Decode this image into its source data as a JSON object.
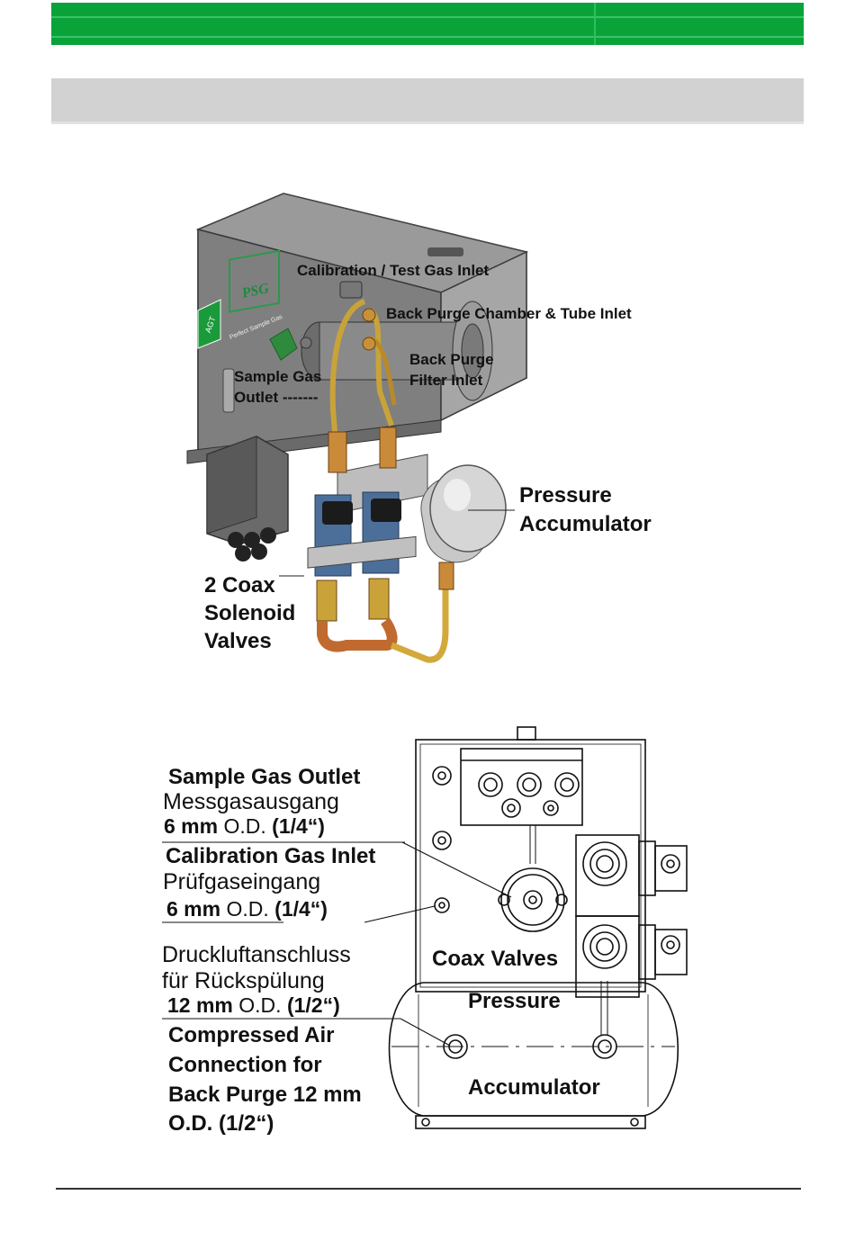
{
  "figure1": {
    "labels": {
      "calibration_inlet": "Calibration / Test Gas Inlet",
      "back_purge_chamber": "Back Purge Chamber & Tube Inlet",
      "back_purge_filter_1": "Back Purge",
      "back_purge_filter_2": "Filter Inlet",
      "sample_gas_outlet_1": "Sample Gas",
      "sample_gas_outlet_2": "Outlet -------",
      "pressure_acc_1": "Pressure",
      "pressure_acc_2": "Accumulator",
      "coax_1": "2 Coax",
      "coax_2": "Solenoid",
      "coax_3": "Valves"
    },
    "logo": {
      "brand": "PSG",
      "badge": "AGT",
      "tagline": "Perfect Sample Gas"
    }
  },
  "figure2": {
    "sample_outlet": {
      "en": "Sample Gas Outlet",
      "de": "Messgasausgang",
      "size_mm": "6 mm",
      "od": "O.D.",
      "inch": "(1/4“)"
    },
    "calibration_inlet": {
      "en": "Calibration Gas Inlet",
      "de": "Prüfgaseingang",
      "size_mm": "6 mm",
      "od": "O.D.",
      "inch": "(1/4“)"
    },
    "compressed_air": {
      "de_1": "Druckluftanschluss",
      "de_2": "für Rückspülung",
      "size_mm": "12 mm",
      "od": "O.D.",
      "inch": "(1/2“)",
      "en_1": "Compressed Air",
      "en_2": "Connection for",
      "en_3": "Back Purge 12 mm",
      "en_4": "O.D. (1/2“)"
    },
    "coax_valves": "Coax Valves",
    "pressure": "Pressure",
    "accumulator": "Accumulator"
  }
}
